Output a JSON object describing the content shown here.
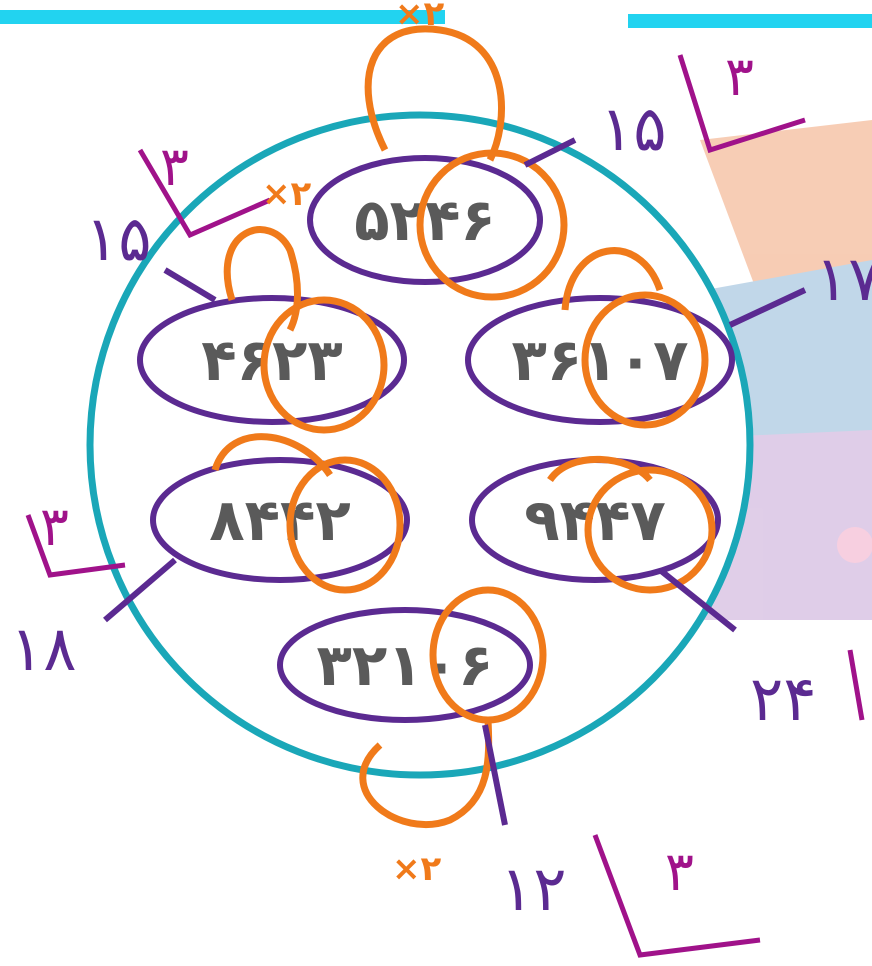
{
  "numbers": [
    "۵۲۴۶",
    "۴۶۲۳",
    "۳۶۱۰۷",
    "۸۴۴۲",
    "۹۴۴۷",
    "۳۲۱۰۶"
  ],
  "sums": {
    "top": "۱۵",
    "top_left": "۱۵",
    "mid_right": "۱۷",
    "bottom_left": "۱۸",
    "bottom_right": "۲۴",
    "bottom": "۱۲"
  },
  "divisor": "۳",
  "multiplier": "×۲",
  "colors": {
    "cyan_bar": "#22d3f0",
    "circle_stroke": "#1aa7b8",
    "oval_stroke": "#5b2a91",
    "orange": "#f07a1a",
    "magenta": "#a0128a"
  }
}
